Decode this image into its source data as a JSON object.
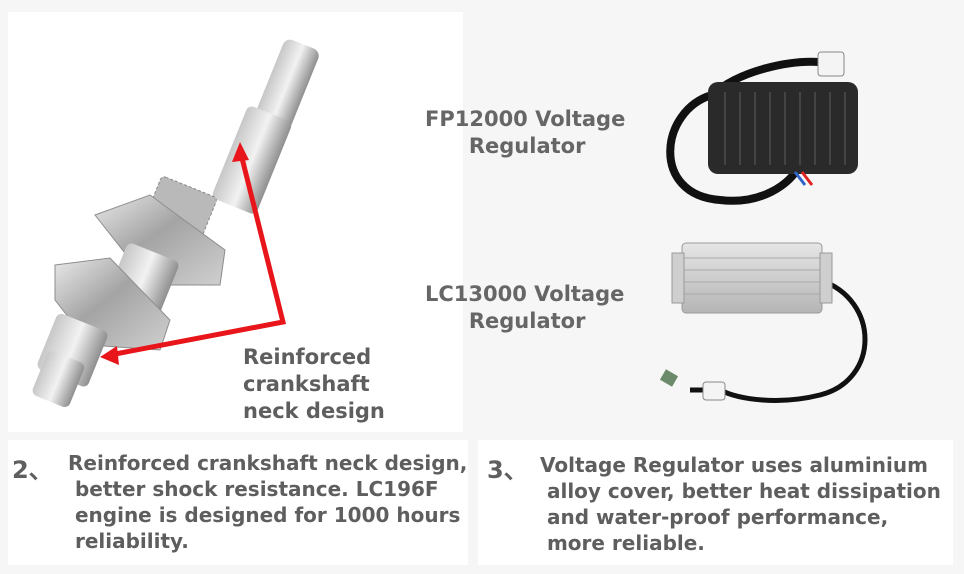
{
  "left": {
    "neck_label": "Reinforced\ncrankshaft\nneck design",
    "number": "2、",
    "caption": "Reinforced crankshaft neck design,\n better shock resistance. LC196F\n engine is designed for 1000 hours\n reliability."
  },
  "right": {
    "fp_label": "FP12000 Voltage\n      Regulator",
    "lc_label": "LC13000 Voltage\n      Regulator",
    "number": "3、",
    "caption": "Voltage Regulator uses aluminium\n alloy cover, better heat dissipation\n and water-proof performance,\n more reliable."
  },
  "colors": {
    "arrow": "#e8161b",
    "text": "#5e5e5e"
  },
  "icons": [
    "crankshaft-image",
    "fp12000-regulator-image",
    "lc13000-regulator-image"
  ]
}
